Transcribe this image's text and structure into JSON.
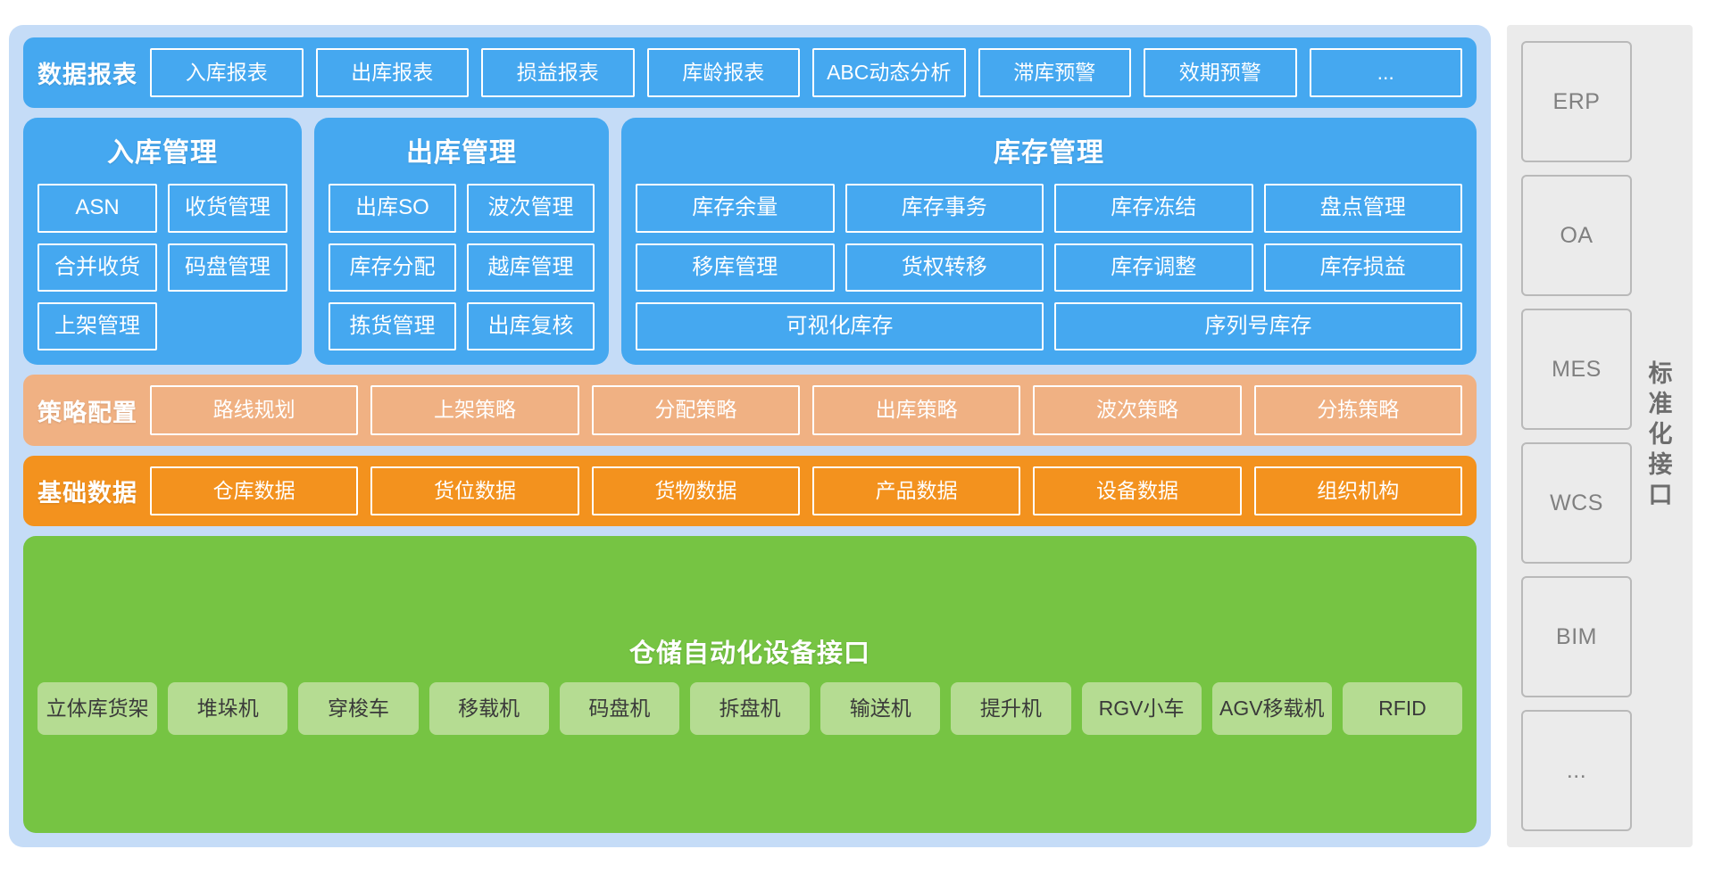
{
  "report": {
    "title": "数据报表",
    "items": [
      "入库报表",
      "出库报表",
      "损益报表",
      "库龄报表",
      "ABC动态分析",
      "滞库预警",
      "效期预警",
      "..."
    ]
  },
  "columns": [
    {
      "title": "入库管理",
      "rows": [
        [
          "ASN",
          "收货管理"
        ],
        [
          "合并收货",
          "码盘管理"
        ],
        [
          "上架管理",
          ""
        ]
      ]
    },
    {
      "title": "出库管理",
      "rows": [
        [
          "出库SO",
          "波次管理"
        ],
        [
          "库存分配",
          "越库管理"
        ],
        [
          "拣货管理",
          "出库复核"
        ]
      ]
    },
    {
      "title": "库存管理",
      "rows": [
        [
          "库存余量",
          "库存事务",
          "库存冻结",
          "盘点管理"
        ],
        [
          "移库管理",
          "货权转移",
          "库存调整",
          "库存损益"
        ],
        [
          "可视化库存",
          "序列号库存"
        ]
      ]
    }
  ],
  "strategy": {
    "title": "策略配置",
    "items": [
      "路线规划",
      "上架策略",
      "分配策略",
      "出库策略",
      "波次策略",
      "分拣策略"
    ]
  },
  "basic": {
    "title": "基础数据",
    "items": [
      "仓库数据",
      "货位数据",
      "货物数据",
      "产品数据",
      "设备数据",
      "组织机构"
    ]
  },
  "device": {
    "title": "仓储自动化设备接口",
    "items": [
      "立体库货架",
      "堆垛机",
      "穿梭车",
      "移载机",
      "码盘机",
      "拆盘机",
      "输送机",
      "提升机",
      "RGV小车",
      "AGV移载机",
      "RFID"
    ]
  },
  "sidebar": {
    "label": "标准化接口",
    "items": [
      "ERP",
      "OA",
      "MES",
      "WCS",
      "BIM",
      "..."
    ]
  },
  "colors": {
    "blue": "#45a8f0",
    "panel_bg": "#c5dcf7",
    "strategy": "#f0b183",
    "basic": "#f3921e",
    "green": "#76c443",
    "green_chip": "#b5dc92",
    "sidebar_bg": "#ebebeb"
  }
}
